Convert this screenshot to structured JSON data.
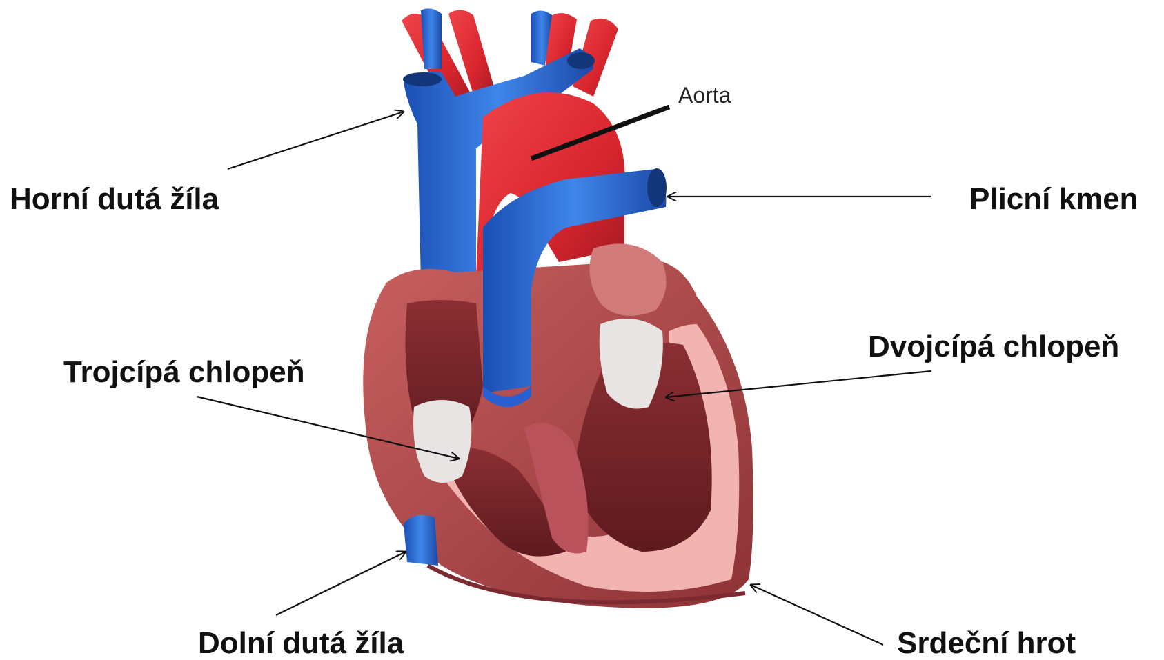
{
  "labels": {
    "aorta": "Aorta",
    "superior_vena_cava": "Horní dutá žíla",
    "pulmonary_trunk": "Plicní kmen",
    "tricuspid_valve": "Trojcípá chlopeň",
    "mitral_valve": "Dvojcípá chlopeň",
    "inferior_vena_cava": "Dolní dutá žíla",
    "apex": "Srdeční hrot"
  },
  "colors": {
    "artery_red": "#d8252e",
    "vein_blue": "#2f6fd6",
    "muscle": "#a8454a",
    "chamber_pink": "#f1b4b0",
    "valve_white": "#e8e4e4",
    "leader": "#111111"
  }
}
